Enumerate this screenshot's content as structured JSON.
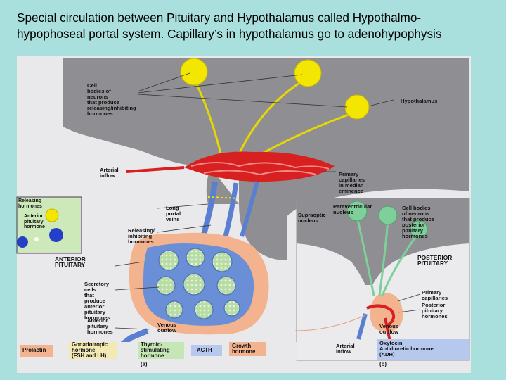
{
  "title": {
    "line1": "Special circulation between Pituitary and Hypothalamus called Hypothalmo-",
    "line2": "hypophoseal portal system. Capillary’s in hypothalamus go to adenohypophysis"
  },
  "labels": {
    "cell_bodies": "Cell\nbodies of\nneurons\nthat produce\nreleasing/inhibiting\nhormones",
    "hypothalamus": "Hypothalamus",
    "arterial_inflow_a": "Arterial\ninflow",
    "primary_capillaries_median": "Primary\ncapillaries\nin median\neminence",
    "releasing_hormones_inset": "Releasing\nhormones",
    "anterior_pituitary_hormone_inset": "Anterior\npituitary\nhormone",
    "long_portal_veins": "Long\nportal\nveins",
    "releasing_inhibiting": "Releasing/\ninhibiting\nhormones",
    "anterior_pituitary": "ANTERIOR\nPITUITARY",
    "secretory_cells": "Secretory\ncells\nthat\nproduce\nanterior\npituitary\nhormones",
    "anterior_pituitary_hormones": "Anterior\npituitary\nhormones",
    "venous_outflow_a": "Venous\noutflow",
    "paraventricular": "Paraventricular\nnucleus",
    "supraoptic": "Supraoptic\nnucleus",
    "cell_bodies_posterior": "Cell bodies\nof neurons\nthat produce\nposterior\npituitary\nhormones",
    "posterior_pituitary": "POSTERIOR\nPITUITARY",
    "primary_capillaries_b": "Primary\ncapillaries",
    "posterior_pituitary_hormones": "Posterior\npituitary\nhormones",
    "venous_outflow_b": "Venous\noutflow",
    "arterial_inflow_b": "Arterial\ninflow",
    "oxytocin": "Oxytocin\nAntidiuretic hormone\n(ADH)"
  },
  "hormones_row": {
    "prolactin": "Prolactin",
    "gonadotropic": "Gonadotropic\nhormone\n(FSH and LH)",
    "thyroid": "Thyroid-\nstimulating\nhormone",
    "acth": "ACTH",
    "growth": "Growth\nhormone"
  },
  "panel_labels": {
    "a": "(a)",
    "b": "(b)"
  },
  "colors": {
    "background": "#a9e0de",
    "hypothalamus_gray": "#8f8f93",
    "panel_bg": "#e8e8ea",
    "neuron_yellow": "#f3e600",
    "capillary_red": "#d82020",
    "portal_blue": "#5a7fd0",
    "pituitary_peach": "#f2b38e",
    "cell_green": "#c7e6b6",
    "nucleus_green": "#7fcf9a"
  }
}
